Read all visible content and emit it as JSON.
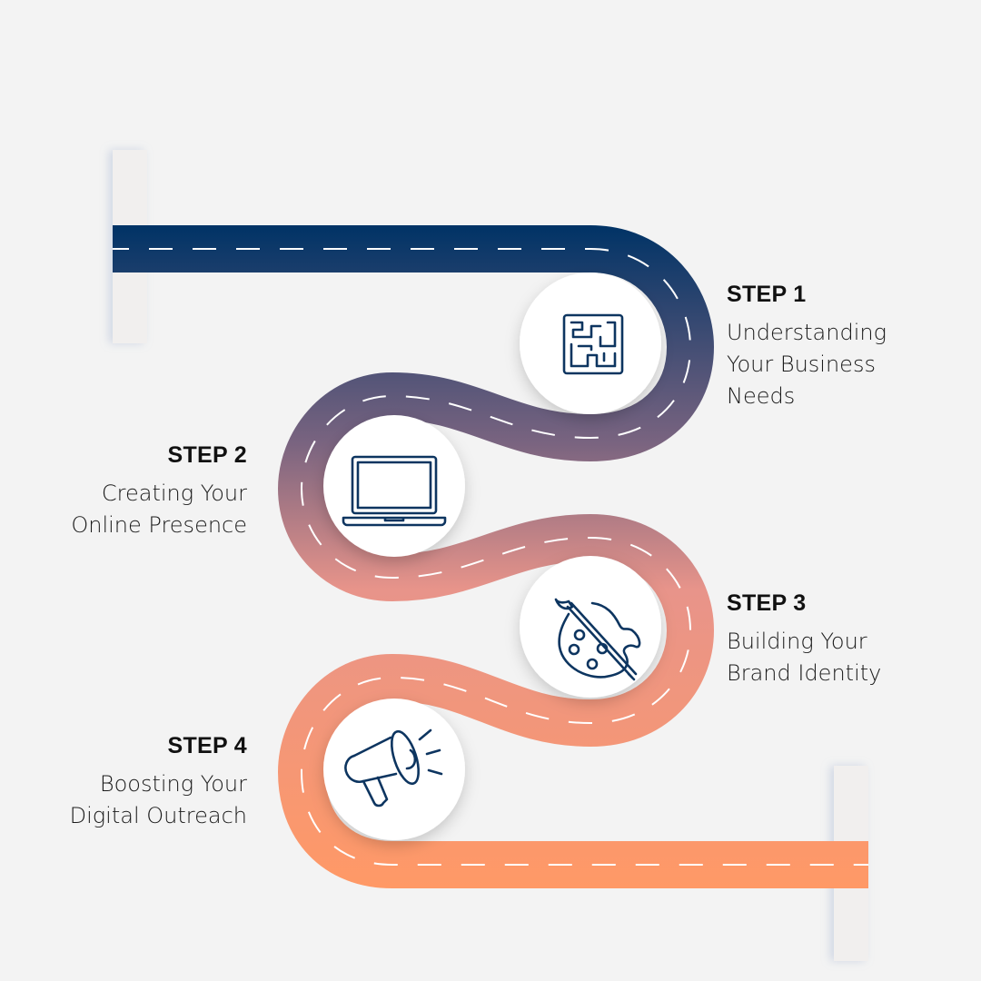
{
  "steps": [
    {
      "title": "STEP 1",
      "lines": [
        "Understanding",
        "Your Business",
        "Needs"
      ],
      "icon": "maze-icon"
    },
    {
      "title": "STEP 2",
      "lines": [
        "Creating Your",
        "Online Presence"
      ],
      "icon": "laptop-icon"
    },
    {
      "title": "STEP 3",
      "lines": [
        "Building Your",
        "Brand Identity"
      ],
      "icon": "palette-icon"
    },
    {
      "title": "STEP 4",
      "lines": [
        "Boosting Your",
        "Digital Outreach"
      ],
      "icon": "megaphone-icon"
    }
  ],
  "colors": {
    "background": "#f3f3f3",
    "road_start": "#003366",
    "road_mid": "#e8948a",
    "road_end": "#ff9966",
    "icon": "#0d3560",
    "text": "#111111"
  }
}
